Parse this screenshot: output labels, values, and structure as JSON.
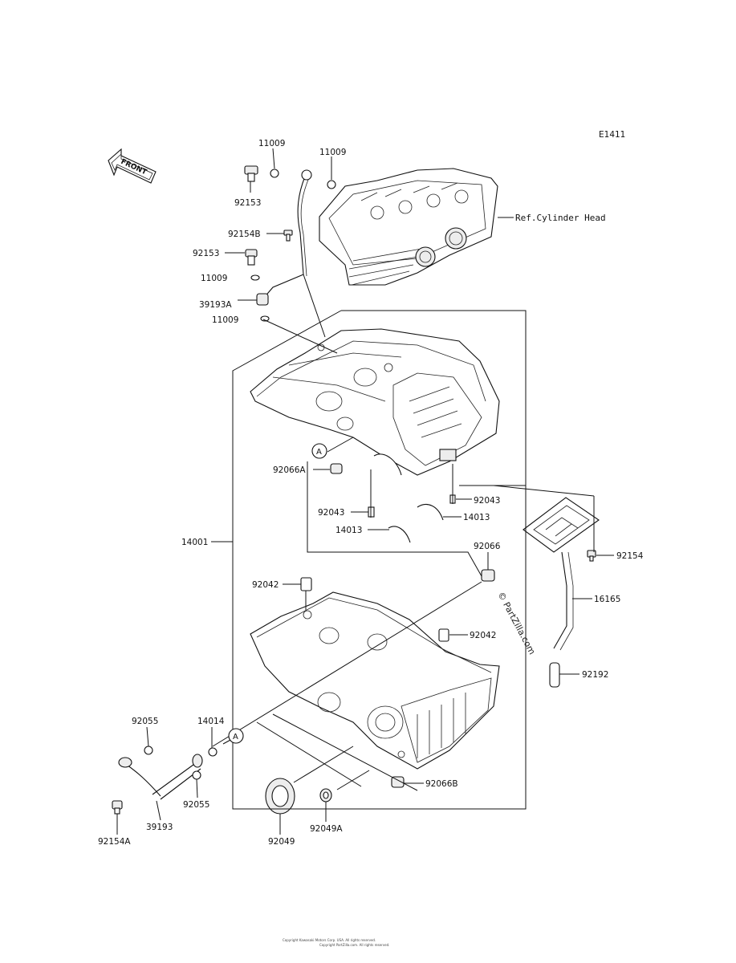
{
  "diagram": {
    "code": "E1411",
    "front_label": "FRONT",
    "reference_text": "Ref.Cylinder Head",
    "watermark": "© PartZilla.com",
    "footer_lines": [
      "Copyright Kawasaki Motors Corp. USA. All rights reserved.",
      "Copyright PartZilla.com. All rights reserved."
    ],
    "callouts": {
      "p11009_top_a": "11009",
      "p11009_top_b": "11009",
      "p92153_top": "92153",
      "p92154B": "92154B",
      "p92153_mid": "92153",
      "p11009_mid_a": "11009",
      "p39193A": "39193A",
      "p11009_mid_b": "11009",
      "p92066A": "92066A",
      "p92043_left": "92043",
      "p92043_right": "92043",
      "p14013_left": "14013",
      "p14013_right": "14013",
      "p14001": "14001",
      "p92066": "92066",
      "p92154": "92154",
      "p16165": "16165",
      "p92042_left": "92042",
      "p92042_right": "92042",
      "p92192": "92192",
      "p92055_top": "92055",
      "p14014": "14014",
      "p92055_bot": "92055",
      "p39193": "39193",
      "p92154A": "92154A",
      "p92049": "92049",
      "p92049A": "92049A",
      "p92066B": "92066B",
      "marker_A1": "A",
      "marker_A2": "A"
    }
  }
}
